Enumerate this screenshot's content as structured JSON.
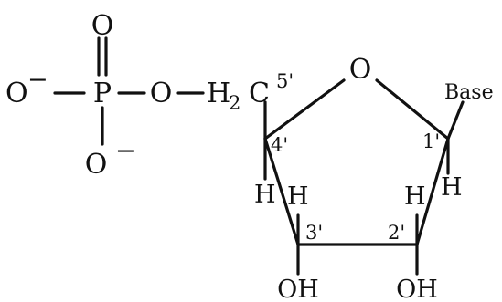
{
  "molecule": {
    "atoms": {
      "phosphate_o_top": "O",
      "phosphate_o_left": "O",
      "phosphate_o_left_charge": "−",
      "phosphorus": "P",
      "phosphate_o_bottom": "O",
      "phosphate_o_bottom_charge": "−",
      "bridge_o": "O",
      "ch2_h": "H",
      "ch2_sub": "2",
      "c5_carbon": "C",
      "ring_o": "O",
      "base": "Base",
      "h_c4": "H",
      "h_c3": "H",
      "h_c2": "H",
      "h_c1": "H",
      "oh_c3": "OH",
      "oh_c2": "OH"
    },
    "positions": {
      "c5": "5'",
      "c4": "4'",
      "c3": "3'",
      "c2": "2'",
      "c1": "1'"
    }
  }
}
